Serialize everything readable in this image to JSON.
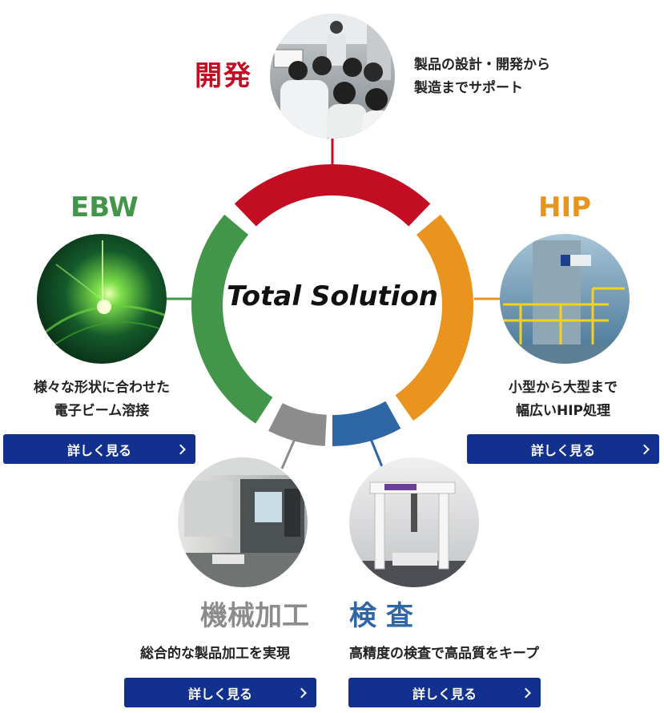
{
  "center": {
    "text": "Total Solution"
  },
  "sections": {
    "kaihatsu": {
      "title": "開発",
      "desc": [
        "製品の設計・開発から",
        "製造までサポート"
      ],
      "color": "#c30d23",
      "photo": "seminar-room-photo"
    },
    "hip": {
      "title": "HIP",
      "desc": [
        "小型から大型まで",
        "幅広いHIP処理"
      ],
      "color": "#e8941e",
      "button": "詳しく見る",
      "photo": "hip-facility-photo"
    },
    "ebw": {
      "title": "EBW",
      "desc": [
        "様々な形状に合わせた",
        "電子ビーム溶接"
      ],
      "color": "#43954a",
      "button": "詳しく見る",
      "photo": "electron-beam-welding-photo"
    },
    "kikai": {
      "title": "機械加工",
      "desc": [
        "総合的な製品加工を実現"
      ],
      "color": "#8c8c8c",
      "button": "詳しく見る",
      "photo": "cnc-machine-photo"
    },
    "kensa": {
      "title": "検 査",
      "desc": [
        "高精度の検査で高品質をキープ"
      ],
      "color": "#2e66a6",
      "button": "詳しく見る",
      "photo": "coordinate-measuring-machine-photo"
    }
  }
}
